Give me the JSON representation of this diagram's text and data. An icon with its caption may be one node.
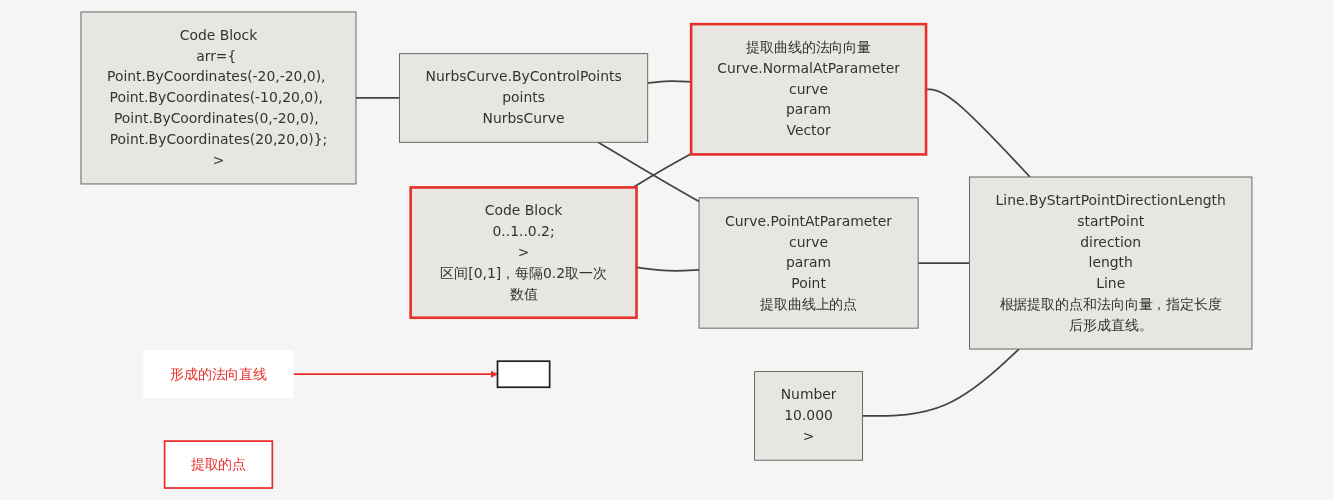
{
  "diagram": {
    "nodes": [
      {
        "text": [
          "Code Block",
          "arr={ Point.ByCoordinates(-20,-20,0), Point.ByCoordinates(-10,20,0), Point.ByCoordinates(0,-20,0), Point.ByCoordinates(20,20,0)};",
          ">"
        ]
      },
      {
        "text": [
          "NurbsCurve.ByControlPoints",
          "points",
          "NurbsCurve"
        ]
      },
      {
        "text": [
          "提取曲线的法向向量",
          "Curve.NormalAtParameter",
          "curve",
          "param",
          "Vector"
        ]
      },
      {
        "text": [
          "Line.ByStartPointDirectionLength",
          "startPoint",
          "direction",
          "length",
          "Line",
          "根据提取的点和法向向量，指定长度后形成直线。"
        ]
      },
      {
        "text": [
          "Code Block",
          "0..1..0.2;",
          ">",
          "区间[0,1]，每隔0.2取一次数值"
        ]
      },
      {
        "text": [
          "Curve.PointAtParameter",
          "curve",
          "param",
          "Point",
          "提取曲线上的点"
        ]
      },
      {
        "text": [
          "Number",
          "10.000",
          ">"
        ]
      },
      {
        "text": [],
        "shape": "box"
      },
      {
        "text": [
          "形成的法向直线"
        ]
      },
      {
        "text": [
          "提取的点"
        ]
      }
    ],
    "edges": [
      {
        "from": 0,
        "to": 1,
        "arrow": "none"
      },
      {
        "from": 1,
        "to": 2,
        "arrow": "none"
      },
      {
        "from": 1,
        "to": 5,
        "arrow": "none"
      },
      {
        "from": 4,
        "to": 2,
        "arrow": "none"
      },
      {
        "from": 4,
        "to": 5,
        "arrow": "none"
      },
      {
        "from": 2,
        "to": 3,
        "arrow": "none"
      },
      {
        "from": 5,
        "to": 3,
        "arrow": "none"
      },
      {
        "from": 6,
        "to": 3,
        "arrow": "none"
      },
      {
        "from": 8,
        "to": 7,
        "arrow": "to",
        "color": "#e8302a"
      }
    ]
  }
}
